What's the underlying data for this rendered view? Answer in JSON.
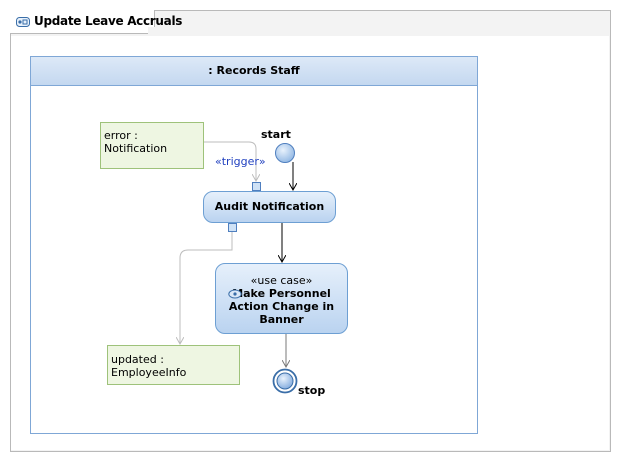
{
  "diagram": {
    "title": "Update Leave Accruals",
    "partition": ":  Records Staff",
    "nodes": {
      "error_notification": "error : Notification",
      "trigger_label": "«trigger»",
      "start": "start",
      "audit_notification": "Audit Notification",
      "use_case_stereotype": "«use case»",
      "use_case_line1": "Make Personnel",
      "use_case_line2": "Action Change in",
      "use_case_line3": "Banner",
      "updated_employee": "updated : EmployeeInfo",
      "stop": "stop"
    }
  },
  "icons": {
    "tab_icon": "activity-diagram-icon",
    "use_case_icon": "use-case-icon"
  },
  "colors": {
    "partition_border": "#7fa7d6",
    "object_fill": "#eef6e2",
    "action_fill": "#bad3f0",
    "trigger_text": "#1f3fbf"
  }
}
